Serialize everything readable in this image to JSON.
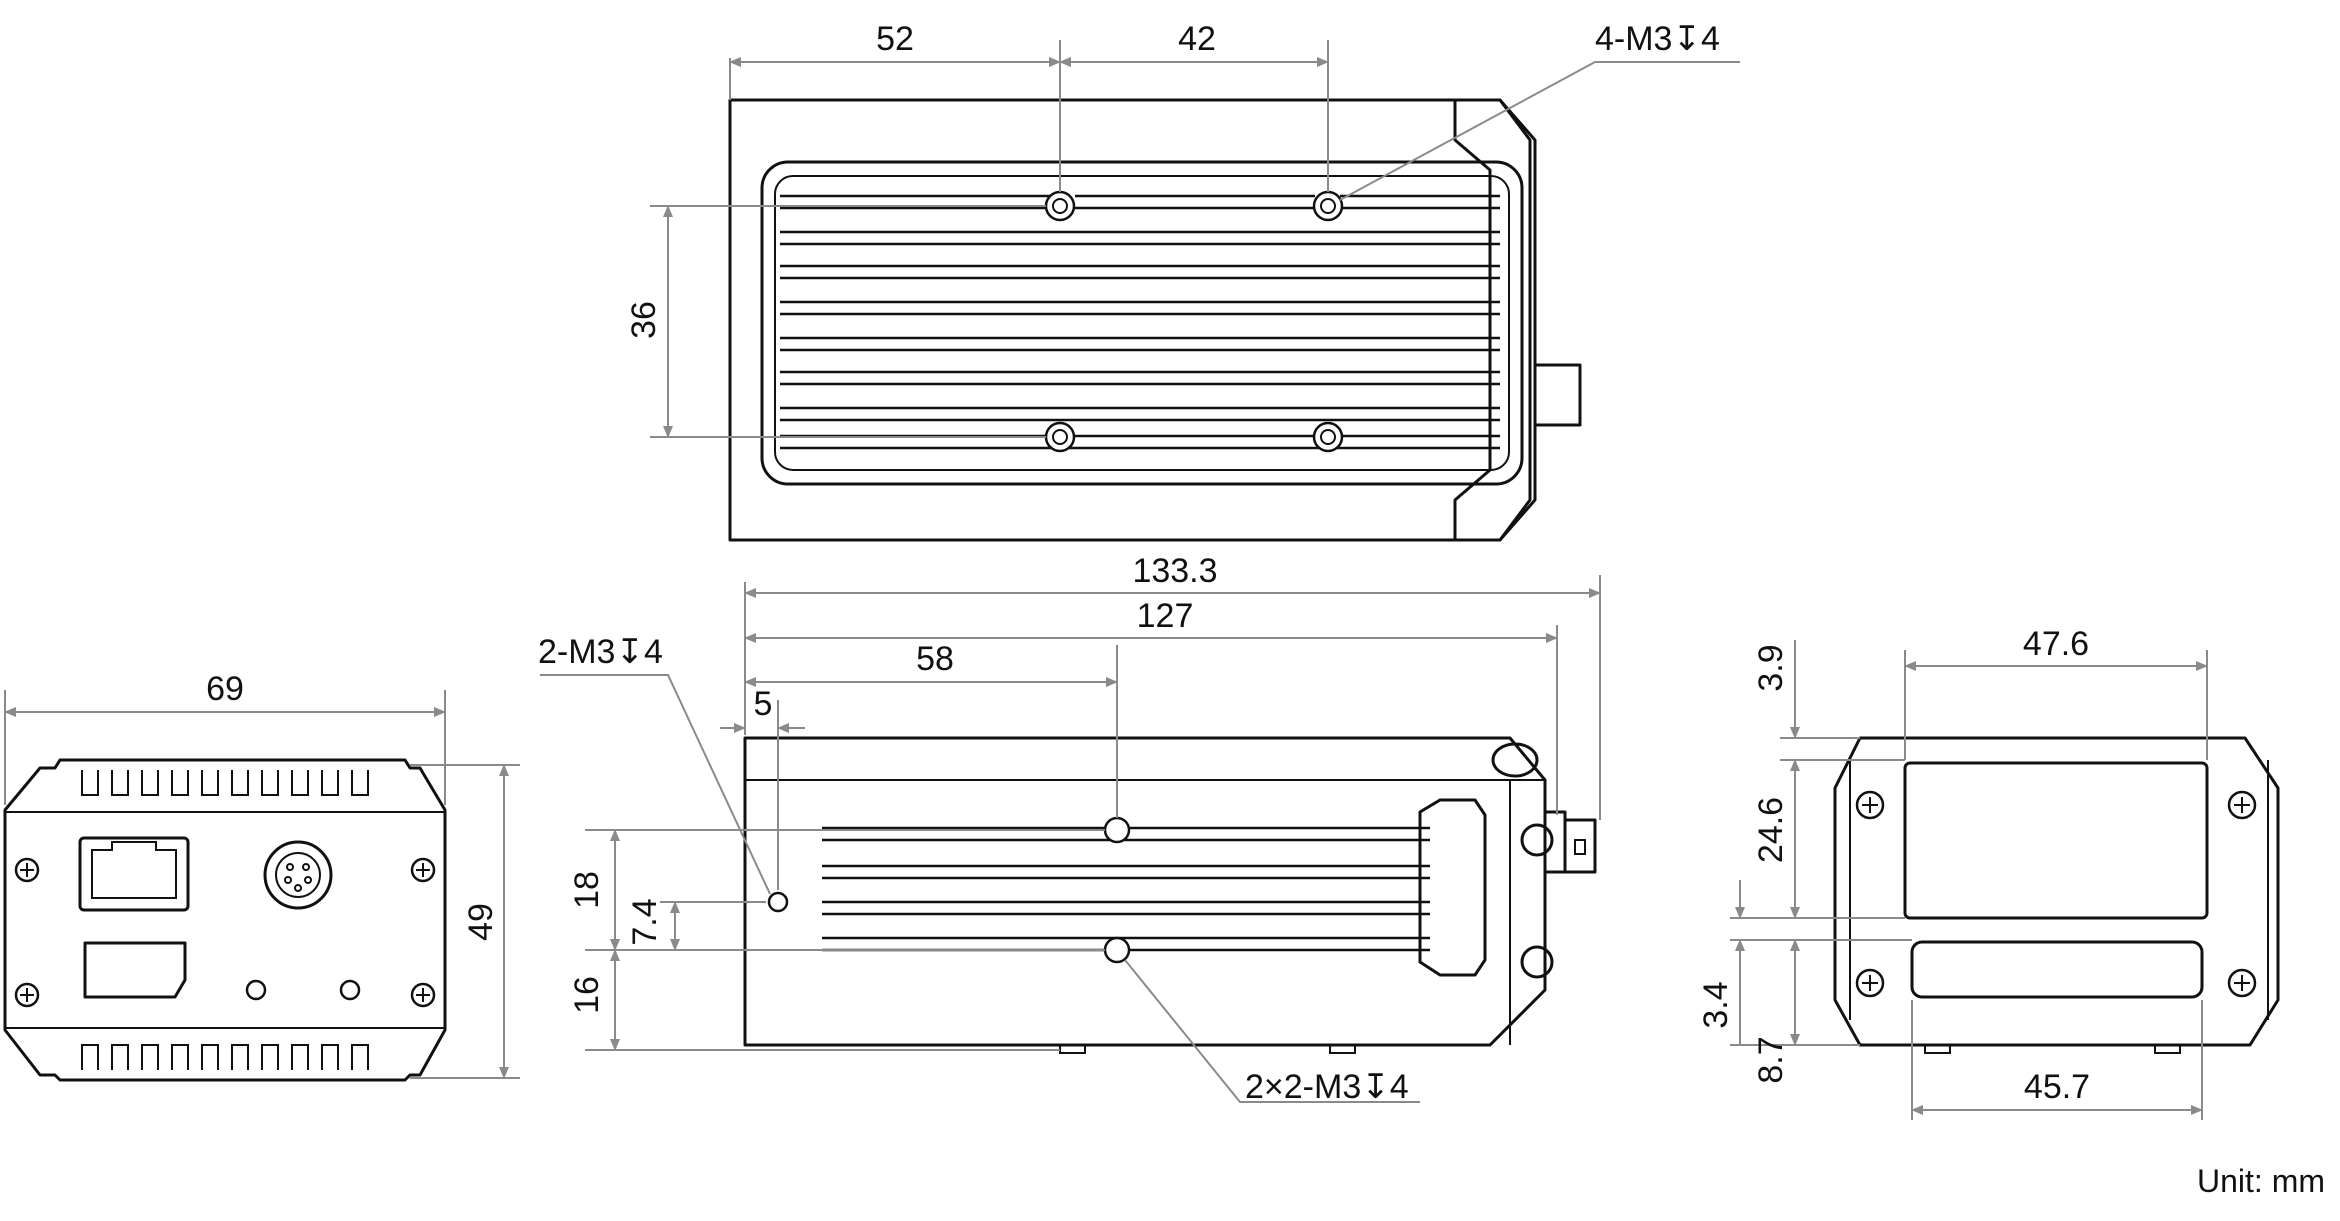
{
  "top_view": {
    "dims": {
      "a": "52",
      "b": "42",
      "height": "36"
    },
    "callout": "4-M3↧4"
  },
  "side_view": {
    "dims": {
      "overall": "133.3",
      "body": "127",
      "hole_pos": "58",
      "left_offset": "5",
      "upper": "18",
      "mid": "7.4",
      "lower": "16"
    },
    "callout_left": "2-M3↧4",
    "callout_bottom": "2×2-M3↧4"
  },
  "rear_view": {
    "dims": {
      "width": "69",
      "height": "49"
    }
  },
  "front_view": {
    "dims": {
      "top_width": "47.6",
      "bottom_width": "45.7",
      "d1": "3.9",
      "d2": "24.6",
      "d3": "3.4",
      "d4": "8.7"
    }
  },
  "unit_note": "Unit: mm"
}
